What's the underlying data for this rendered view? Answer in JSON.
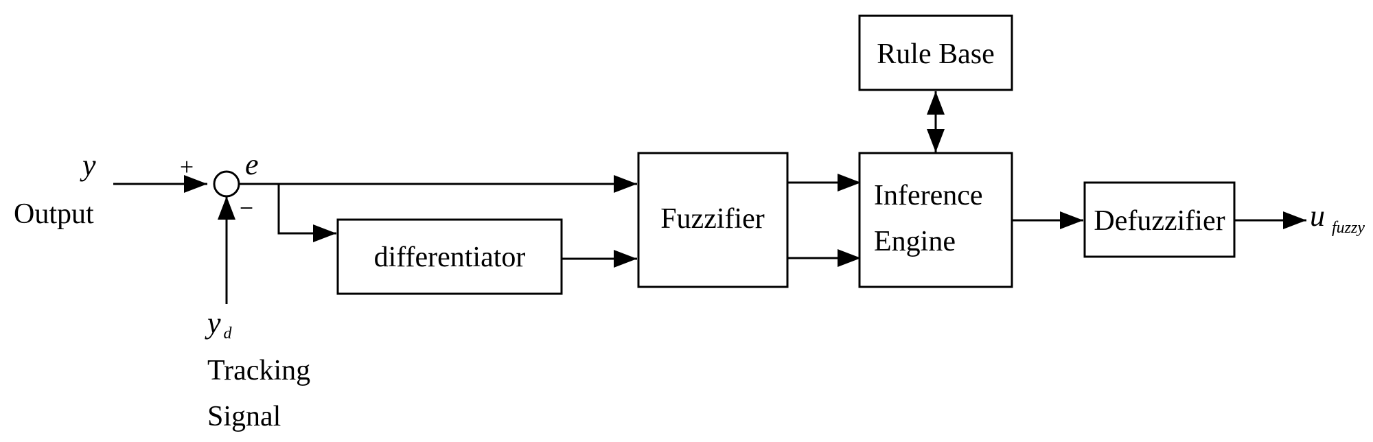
{
  "blocks": {
    "rule_base": "Rule Base",
    "differentiator": "differentiator",
    "fuzzifier": "Fuzzifier",
    "inference_engine": [
      "Inference",
      "Engine"
    ],
    "defuzzifier": "Defuzzifier"
  },
  "signals": {
    "output_var": "y",
    "output_label": "Output",
    "error_var": "e",
    "tracking_var": "y",
    "tracking_sub": "d",
    "tracking_label": [
      "Tracking",
      "Signal"
    ],
    "control_var": "u",
    "control_sub": "fuzzy"
  },
  "summing_junction": {
    "plus_sign": "+",
    "minus_sign": "−"
  }
}
